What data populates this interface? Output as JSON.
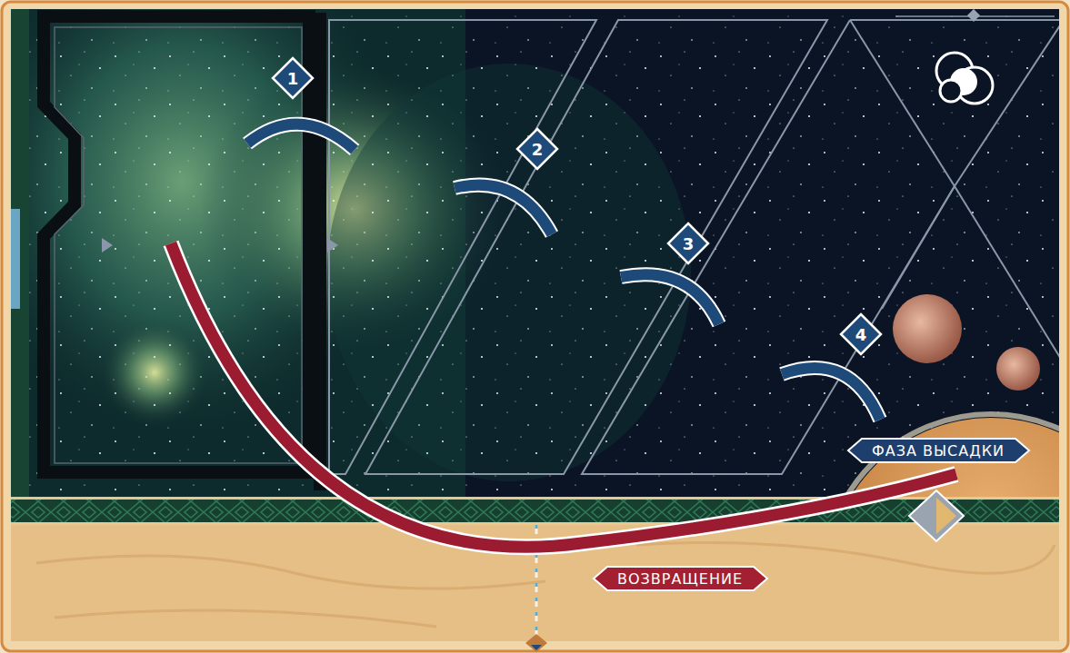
{
  "diagram": {
    "nodes": [
      {
        "text": [
          "1"
        ]
      },
      {
        "text": [
          "2"
        ]
      },
      {
        "text": [
          "3"
        ]
      },
      {
        "text": [
          "4"
        ]
      },
      {
        "text": [
          "ФАЗА ВЫСАДКИ"
        ]
      },
      {
        "text": [
          "ВОЗВРАЩЕНИЕ"
        ]
      }
    ]
  }
}
